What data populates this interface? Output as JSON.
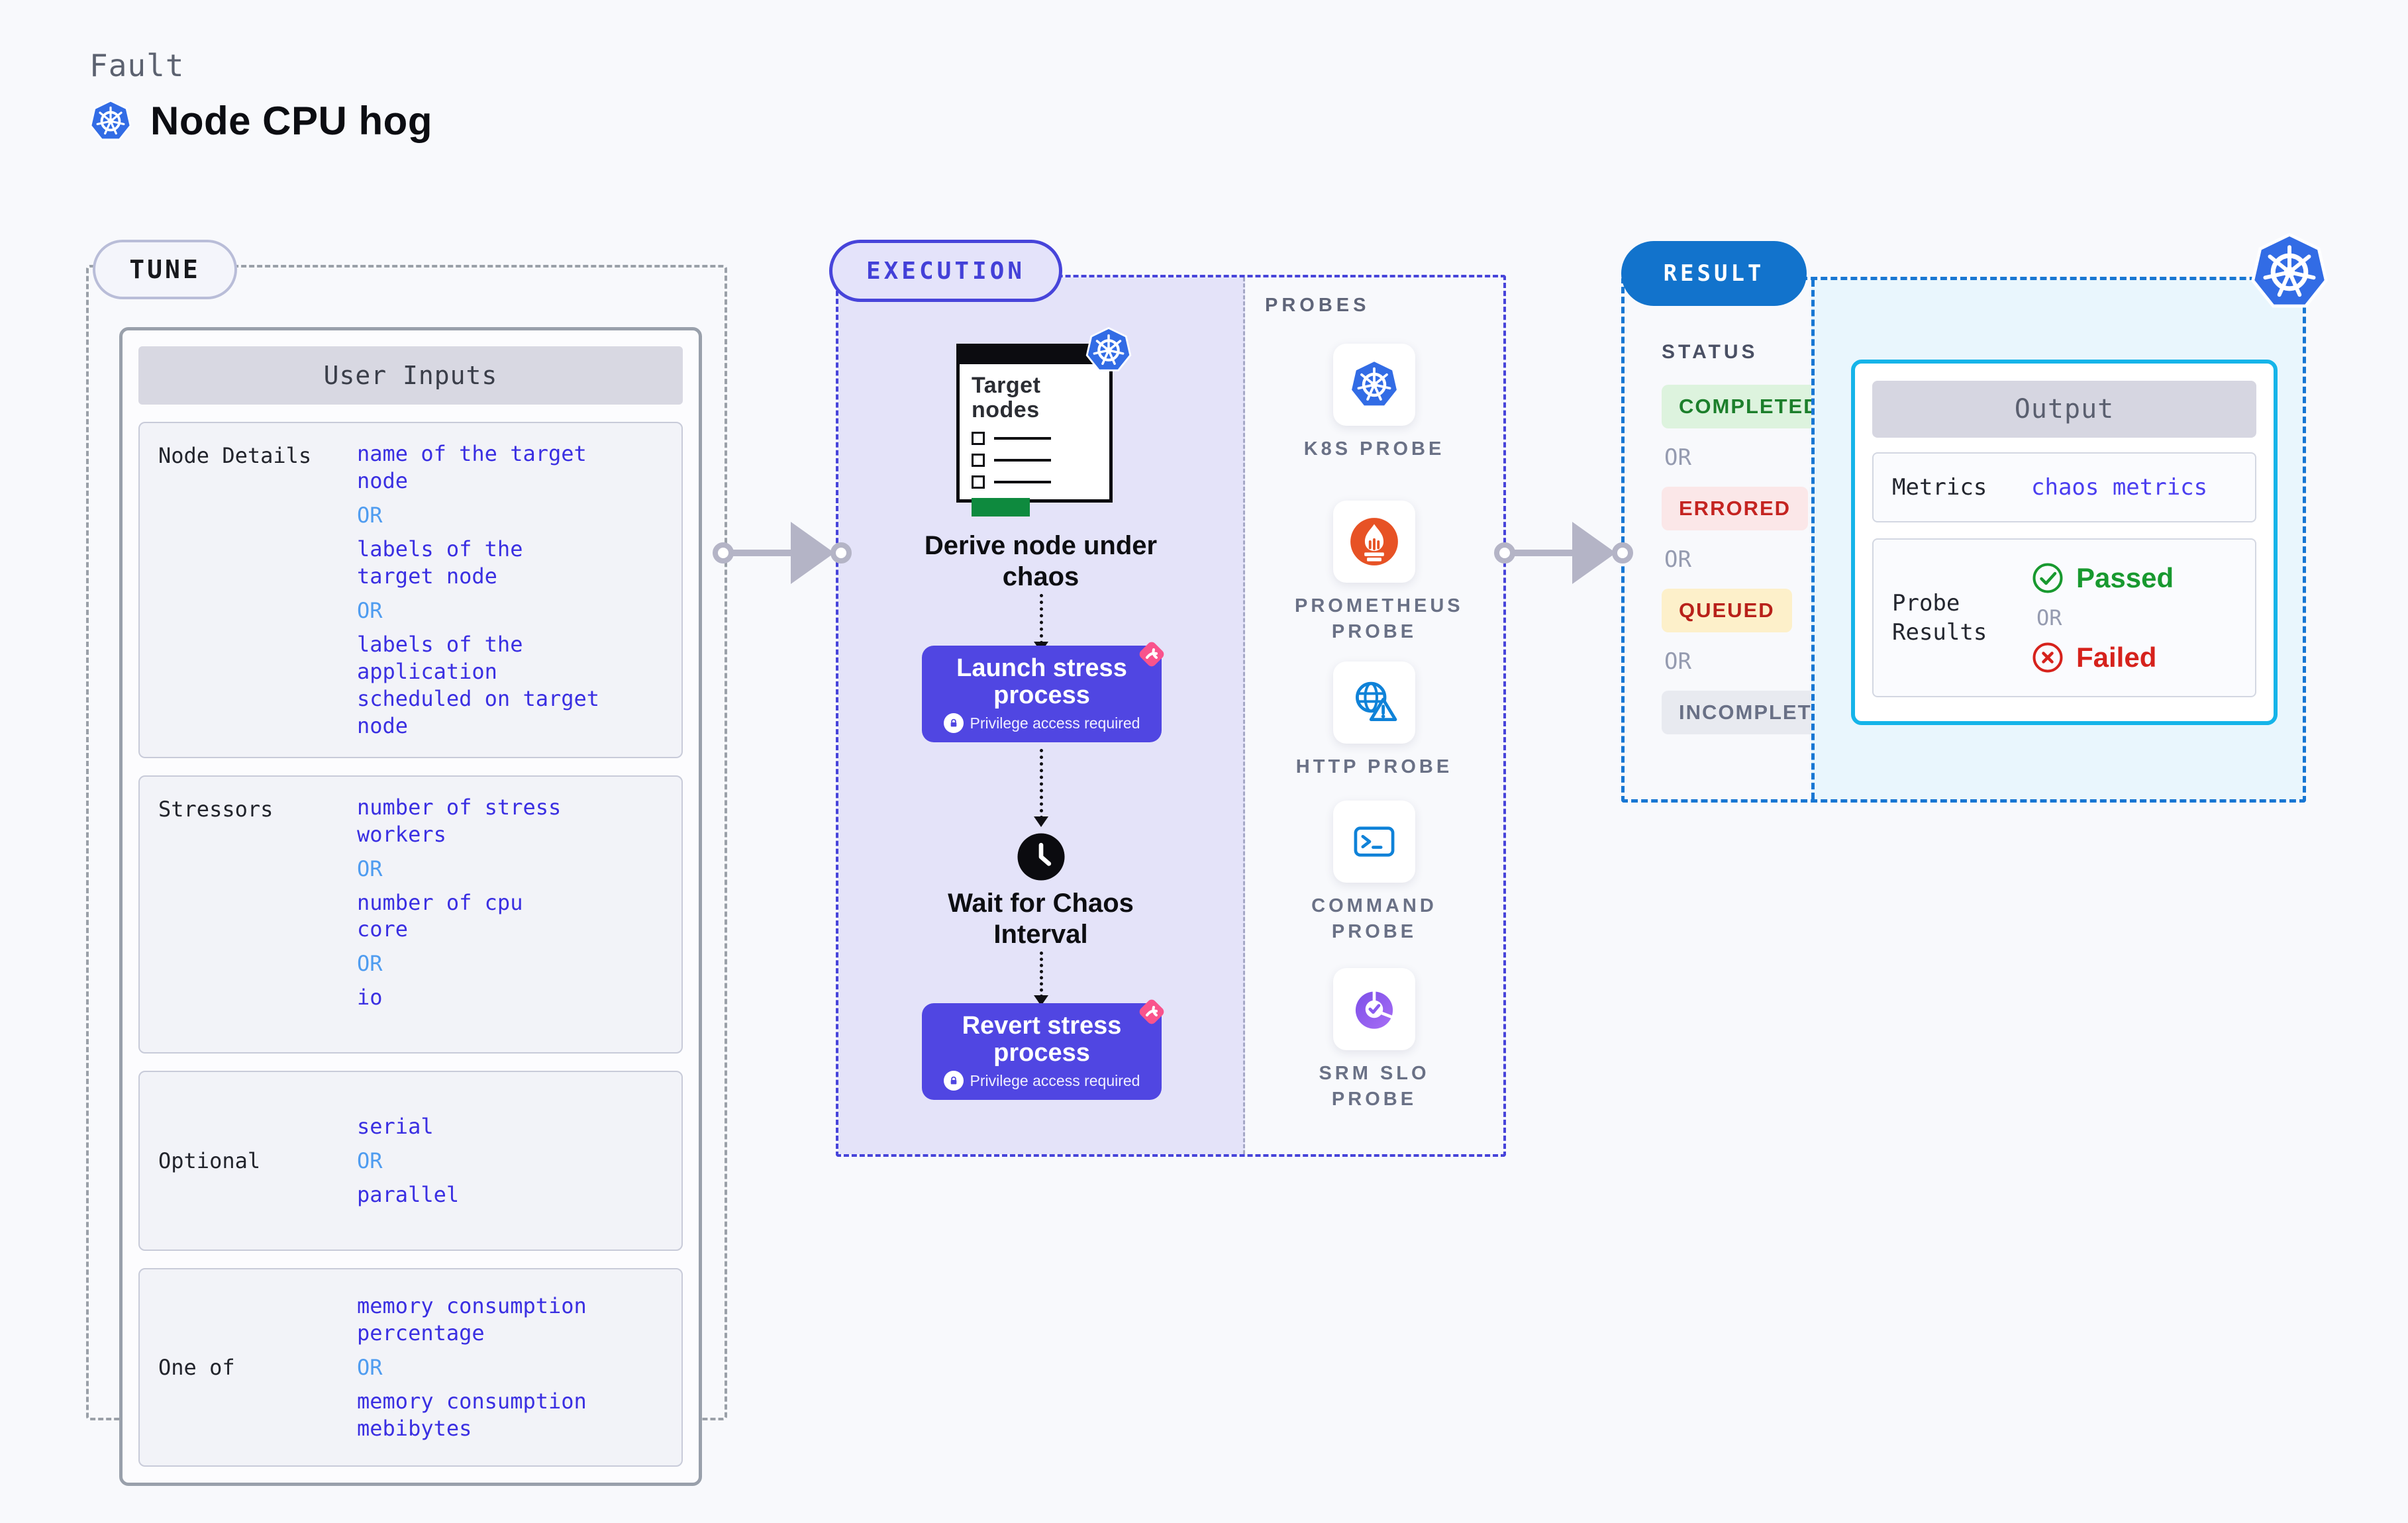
{
  "header": {
    "eyebrow": "Fault",
    "title": "Node CPU hog"
  },
  "labels": {
    "or": "OR"
  },
  "tune": {
    "badge": "TUNE",
    "table": {
      "title": "User Inputs",
      "rows": [
        {
          "label": "Node Details",
          "values": [
            "name of the target\nnode",
            "labels of the\ntarget node",
            "labels of the application\n scheduled on target node"
          ]
        },
        {
          "label": "Stressors",
          "values": [
            "number of stress\nworkers",
            "number of cpu\ncore",
            "io"
          ]
        },
        {
          "label": "Optional",
          "values": [
            "serial",
            "parallel"
          ]
        },
        {
          "label": "One of",
          "values": [
            "memory consumption\npercentage",
            "memory consumption\nmebibytes"
          ]
        }
      ]
    }
  },
  "execution": {
    "badge": "EXECUTION",
    "target_card_title": "Target nodes",
    "steps": {
      "derive_label": "Derive node under chaos",
      "launch_title": "Launch stress process",
      "launch_note": "Privilege access required",
      "wait_label": "Wait for Chaos Interval",
      "revert_title": "Revert stress process",
      "revert_note": "Privilege access required"
    }
  },
  "probes": {
    "title": "PROBES",
    "items": [
      {
        "label": "K8S PROBE",
        "icon": "kubernetes-icon"
      },
      {
        "label": "PROMETHEUS PROBE",
        "icon": "prometheus-icon"
      },
      {
        "label": "HTTP PROBE",
        "icon": "http-globe-warning-icon"
      },
      {
        "label": "COMMAND PROBE",
        "icon": "terminal-icon"
      },
      {
        "label": "SRM SLO PROBE",
        "icon": "slo-pie-check-icon"
      }
    ]
  },
  "result": {
    "badge": "RESULT",
    "status_title": "STATUS",
    "statuses": [
      {
        "label": "COMPLETED",
        "fg": "#1c7f2b",
        "bg": "#ddf3de"
      },
      {
        "label": "ERRORED",
        "fg": "#c42421",
        "bg": "#fbe7e8"
      },
      {
        "label": "QUEUED",
        "fg": "#b8211a",
        "bg": "#fdf0ca"
      },
      {
        "label": "INCOMPLETED",
        "fg": "#697086",
        "bg": "#e8eaf0"
      }
    ],
    "output": {
      "title": "Output",
      "metrics_label": "Metrics",
      "metrics_value": "chaos metrics",
      "probe_results_label": "Probe Results",
      "passed_label": "Passed",
      "failed_label": "Failed"
    }
  },
  "colors": {
    "accent_indigo": "#4744da",
    "button_indigo": "#5046e2",
    "lavender_panel": "#e4e3f9",
    "result_blue": "#1273cc",
    "result_dash_blue": "#1877d3",
    "output_cyan_border": "#15b4e9",
    "value_blue": "#3a2fe2",
    "or_blue": "#4f9cf0",
    "passed_green": "#18992f",
    "failed_red": "#d6221c",
    "kubernetes_blue": "#326ce5",
    "prometheus_orange": "#e75225",
    "pink_badge": "#f9538c"
  }
}
